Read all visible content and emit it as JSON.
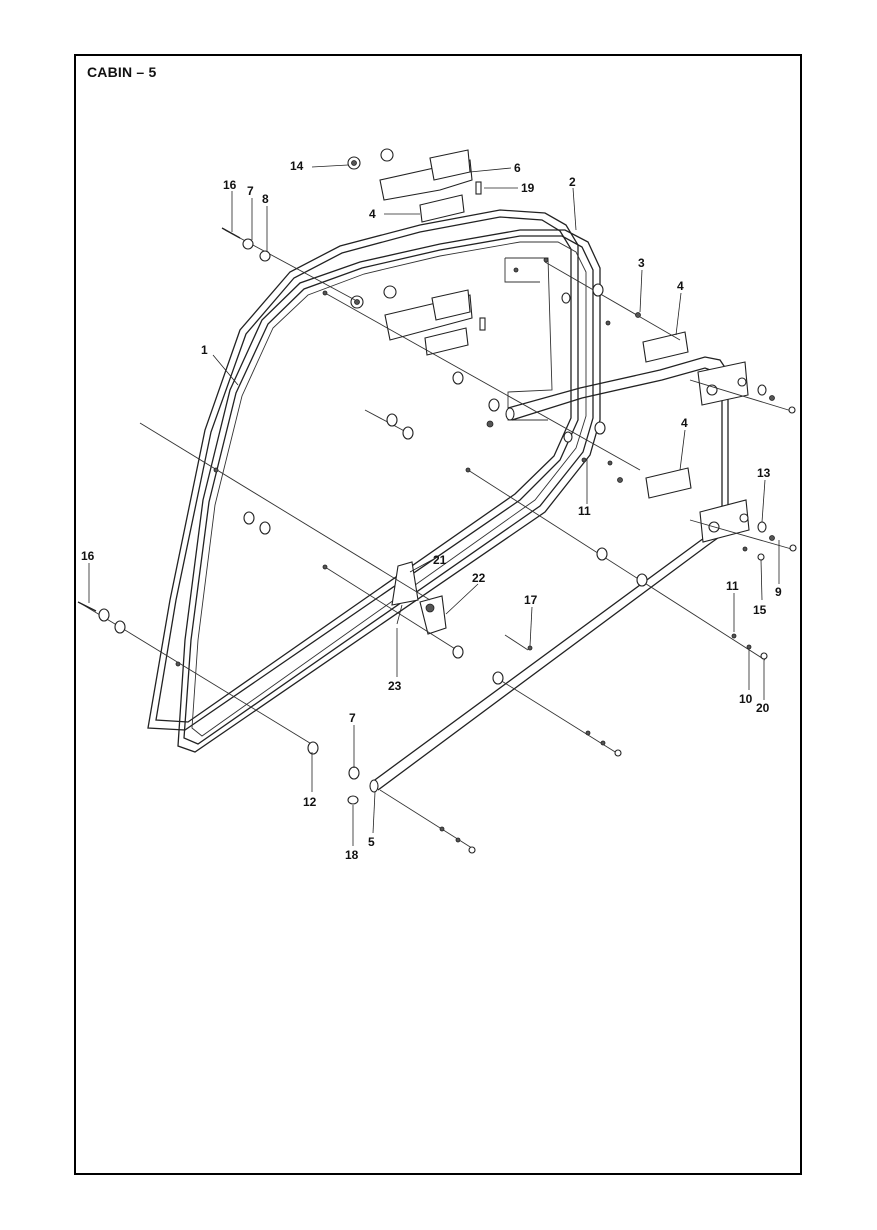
{
  "page": {
    "title": "CABIN – 5"
  },
  "callouts": [
    {
      "id": "c1",
      "text": "1"
    },
    {
      "id": "c2",
      "text": "2"
    },
    {
      "id": "c3",
      "text": "3"
    },
    {
      "id": "c4a",
      "text": "4"
    },
    {
      "id": "c4b",
      "text": "4"
    },
    {
      "id": "c4c",
      "text": "4"
    },
    {
      "id": "c5",
      "text": "5"
    },
    {
      "id": "c6",
      "text": "6"
    },
    {
      "id": "c7a",
      "text": "7"
    },
    {
      "id": "c7b",
      "text": "7"
    },
    {
      "id": "c8",
      "text": "8"
    },
    {
      "id": "c9",
      "text": "9"
    },
    {
      "id": "c10",
      "text": "10"
    },
    {
      "id": "c11a",
      "text": "11"
    },
    {
      "id": "c11b",
      "text": "11"
    },
    {
      "id": "c12",
      "text": "12"
    },
    {
      "id": "c13",
      "text": "13"
    },
    {
      "id": "c14",
      "text": "14"
    },
    {
      "id": "c15",
      "text": "15"
    },
    {
      "id": "c16a",
      "text": "16"
    },
    {
      "id": "c16b",
      "text": "16"
    },
    {
      "id": "c17",
      "text": "17"
    },
    {
      "id": "c18",
      "text": "18"
    },
    {
      "id": "c19",
      "text": "19"
    },
    {
      "id": "c20",
      "text": "20"
    },
    {
      "id": "c21",
      "text": "21"
    },
    {
      "id": "c22",
      "text": "22"
    },
    {
      "id": "c23",
      "text": "23"
    }
  ]
}
